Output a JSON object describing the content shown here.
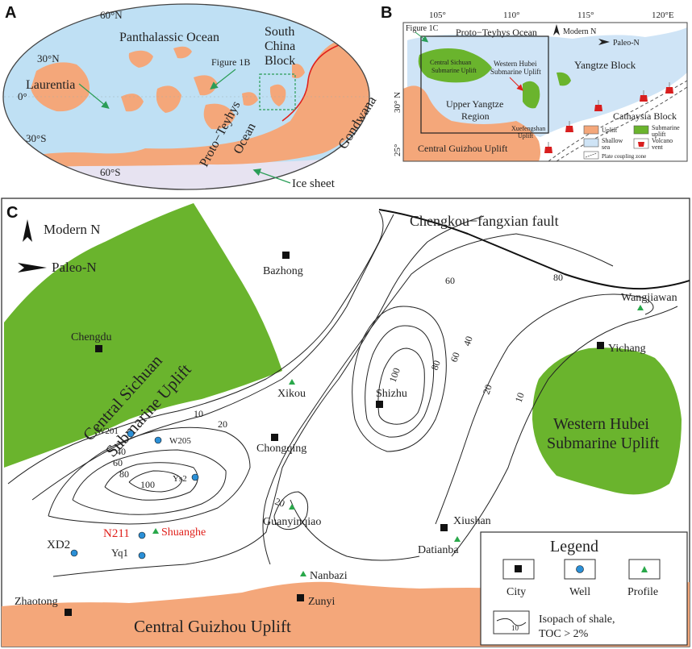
{
  "colors": {
    "ocean": "#bfe0f4",
    "land": "#f4a77a",
    "uplift_green": "#6ab42d",
    "shallow_sea": "#cfe4f6",
    "arrow_green": "#2a9d57",
    "well": "#2b8fd6",
    "profile": "#29a84a",
    "red_text": "#e0201b",
    "ice": "#e7e3f1"
  },
  "panel_a": {
    "letter": "A",
    "lat_labels": [
      "60°N",
      "30°N",
      "0°",
      "30°S",
      "60°S"
    ],
    "labels": {
      "panthalassic": "Panthalassic Ocean",
      "laurentia": "Laurentia",
      "south_china_1": "South",
      "south_china_2": "China",
      "south_china_3": "Block",
      "figure_1b": "Figure 1B",
      "proto_teyhys": "Proto−Teyhys",
      "ocean": "Ocean",
      "gondwana": "Gondwana",
      "ice_sheet": "Ice sheet"
    }
  },
  "panel_b": {
    "letter": "B",
    "lon_labels": [
      "105°",
      "110°",
      "115°",
      "120°E"
    ],
    "lat_labels": [
      "30° N",
      "25°"
    ],
    "labels": {
      "proto_teyhys": "Proto−Teyhys   Ocean",
      "figure_1c": "Figure 1C",
      "modern_n": "Modern N",
      "paleo_n": "Paleo-N",
      "central_sichuan_1": "Central Sichuan",
      "central_sichuan_2": "Submarine Uplift",
      "western_hubei_1": "Western Hubei",
      "western_hubei_2": "Submarine Uplift",
      "yangtze_block": "Yangtze Block",
      "upper_yangtze_1": "Upper Yangtze",
      "upper_yangtze_2": "Region",
      "xuefengshan_1": "Xuefengshan",
      "xuefengshan_2": "Uplift",
      "central_guizhou": "Central  Guizhou Uplift",
      "cathaysia": "Cathaysia Block"
    },
    "legend": {
      "uplift": "Uplift",
      "submarine_1": "Submarine",
      "submarine_2": "uplift",
      "shallow_1": "Shallow",
      "shallow_2": "sea",
      "volcano_1": "Volcano",
      "volcano_2": "vent",
      "plate": "Plate coupling zone"
    }
  },
  "panel_c": {
    "letter": "C",
    "modern_n": "Modern N",
    "paleo_n": "Paleo-N",
    "fault": "Chengkou−fangxian fault",
    "central_sichuan_1": "Central Sichuan",
    "central_sichuan_2": "Submarine Uplift",
    "western_hubei_1": "Western Hubei",
    "western_hubei_2": "Submarine Uplift",
    "central_guizhou": "Central  Guizhou Uplift",
    "cities": [
      {
        "name": "Bazhong"
      },
      {
        "name": "Chengdu"
      },
      {
        "name": "Yichang"
      },
      {
        "name": "Shizhu"
      },
      {
        "name": "Chongqing"
      },
      {
        "name": "Xiushan"
      },
      {
        "name": "Zhaotong"
      },
      {
        "name": "Zunyi"
      }
    ],
    "wells": [
      {
        "name": "W201"
      },
      {
        "name": "W205"
      },
      {
        "name": "Ys2"
      },
      {
        "name": "N211"
      },
      {
        "name": "XD2"
      },
      {
        "name": "Yq1"
      }
    ],
    "profiles": [
      {
        "name": "Wangjiawan"
      },
      {
        "name": "Xikou"
      },
      {
        "name": "Guanyinqiao"
      },
      {
        "name": "Shuanghe"
      },
      {
        "name": "Datianba"
      },
      {
        "name": "Nanbazi"
      }
    ],
    "contour_labels": [
      "10",
      "20",
      "40",
      "60",
      "80",
      "100",
      "60",
      "80",
      "100",
      "80",
      "60",
      "40",
      "20",
      "10",
      "20"
    ],
    "legend": {
      "title": "Legend",
      "city": "City",
      "well": "Well",
      "profile": "Profile",
      "isopach_1": "Isopach of shale,",
      "isopach_2": "TOC > 2%",
      "isopach_value": "10"
    }
  }
}
